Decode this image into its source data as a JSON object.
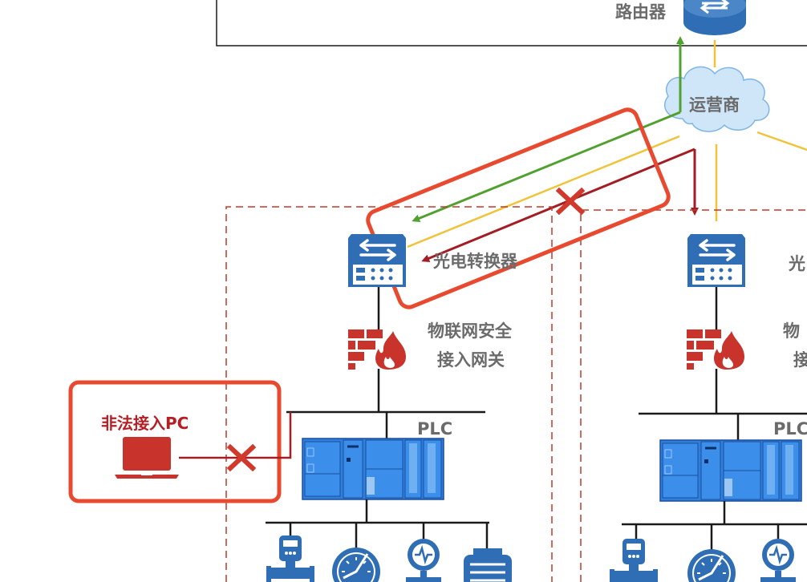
{
  "labels": {
    "router": "路由器",
    "isp": "运营商",
    "converter_left": "光电转换器",
    "converter_right_partial": "光",
    "gateway_left_line1": "物联网安全",
    "gateway_left_line2": "接入网关",
    "gateway_right_partial1": "物",
    "gateway_right_partial2": "接",
    "plc_left": "PLC",
    "plc_right": "PLC",
    "illegal_pc": "非法接入PC"
  },
  "icons": {
    "router": "router-icon",
    "cloud": "cloud-icon",
    "converter": "optical-converter-icon",
    "firewall": "firewall-icon",
    "plc": "plc-module-icon",
    "laptop": "laptop-icon",
    "block": "blocked-x-icon",
    "transmitter": "transmitter-icon",
    "gauge": "pressure-gauge-icon",
    "flow_meter": "flow-meter-icon",
    "pump": "pump-icon"
  },
  "colors": {
    "device_blue": "#2f6db5",
    "plc_blue": "#2f7fdc",
    "firewall_red": "#c8332b",
    "alert_red": "#e84a2f",
    "dark_red": "#a31d24",
    "green": "#52a02f",
    "yellow": "#efc43a",
    "dash_red": "#c0392b"
  }
}
